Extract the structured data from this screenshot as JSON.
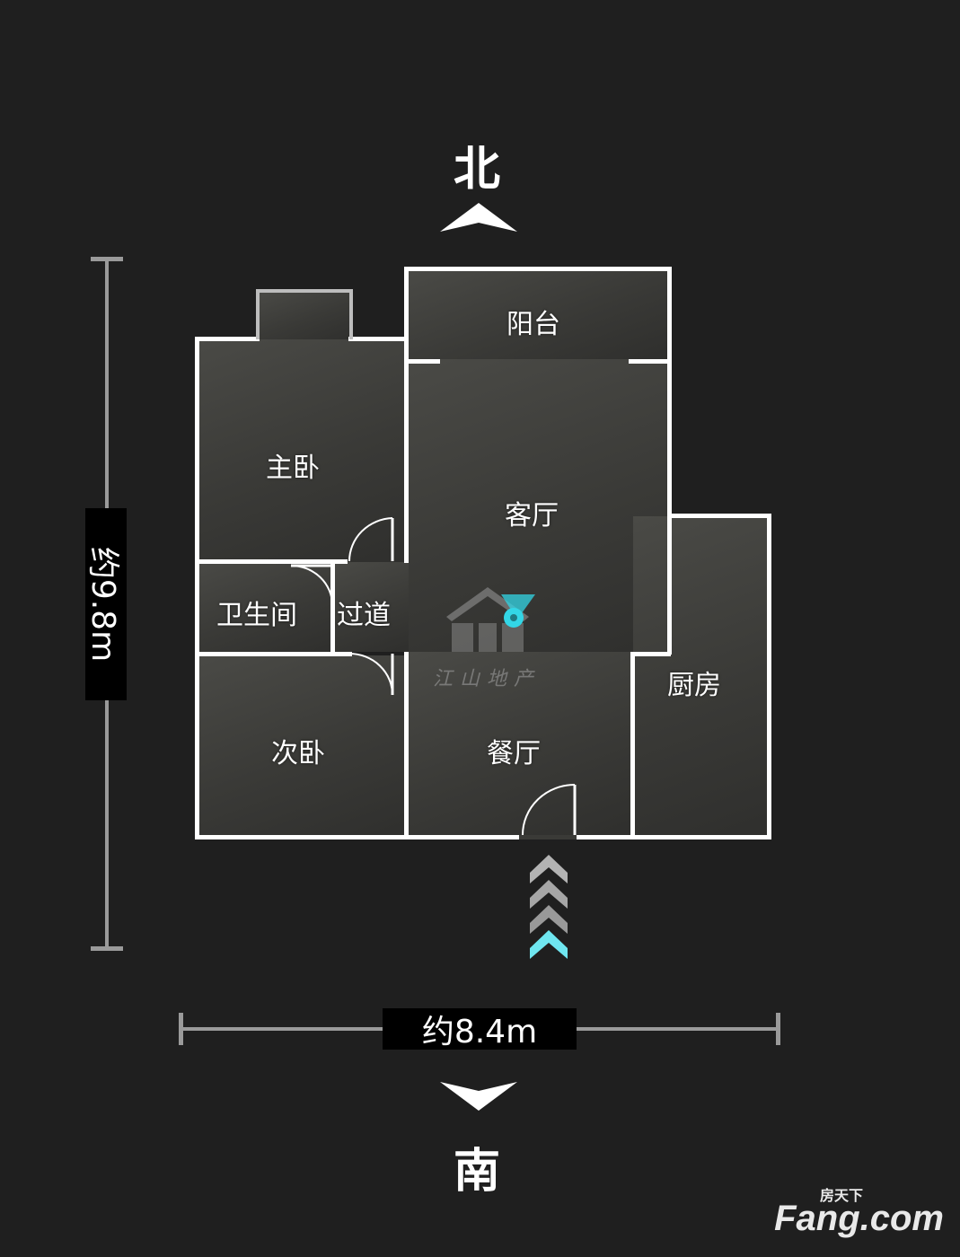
{
  "compass": {
    "north": "北",
    "south": "南"
  },
  "dimensions": {
    "height": "约9.8m",
    "width": "约8.4m"
  },
  "rooms": {
    "balcony": "阳台",
    "master_bedroom": "主卧",
    "living_room": "客厅",
    "bathroom": "卫生间",
    "hallway": "过道",
    "second_bedroom": "次卧",
    "dining_room": "餐厅",
    "kitchen": "厨房"
  },
  "watermark": {
    "logo_text": "江山地产",
    "brand": "Fang.com",
    "brand_cn": "房天下"
  },
  "colors": {
    "background": "#1f1f1f",
    "wall": "#ffffff",
    "accent": "#33d6e6",
    "arrow_gray": "#9a9a9a"
  }
}
